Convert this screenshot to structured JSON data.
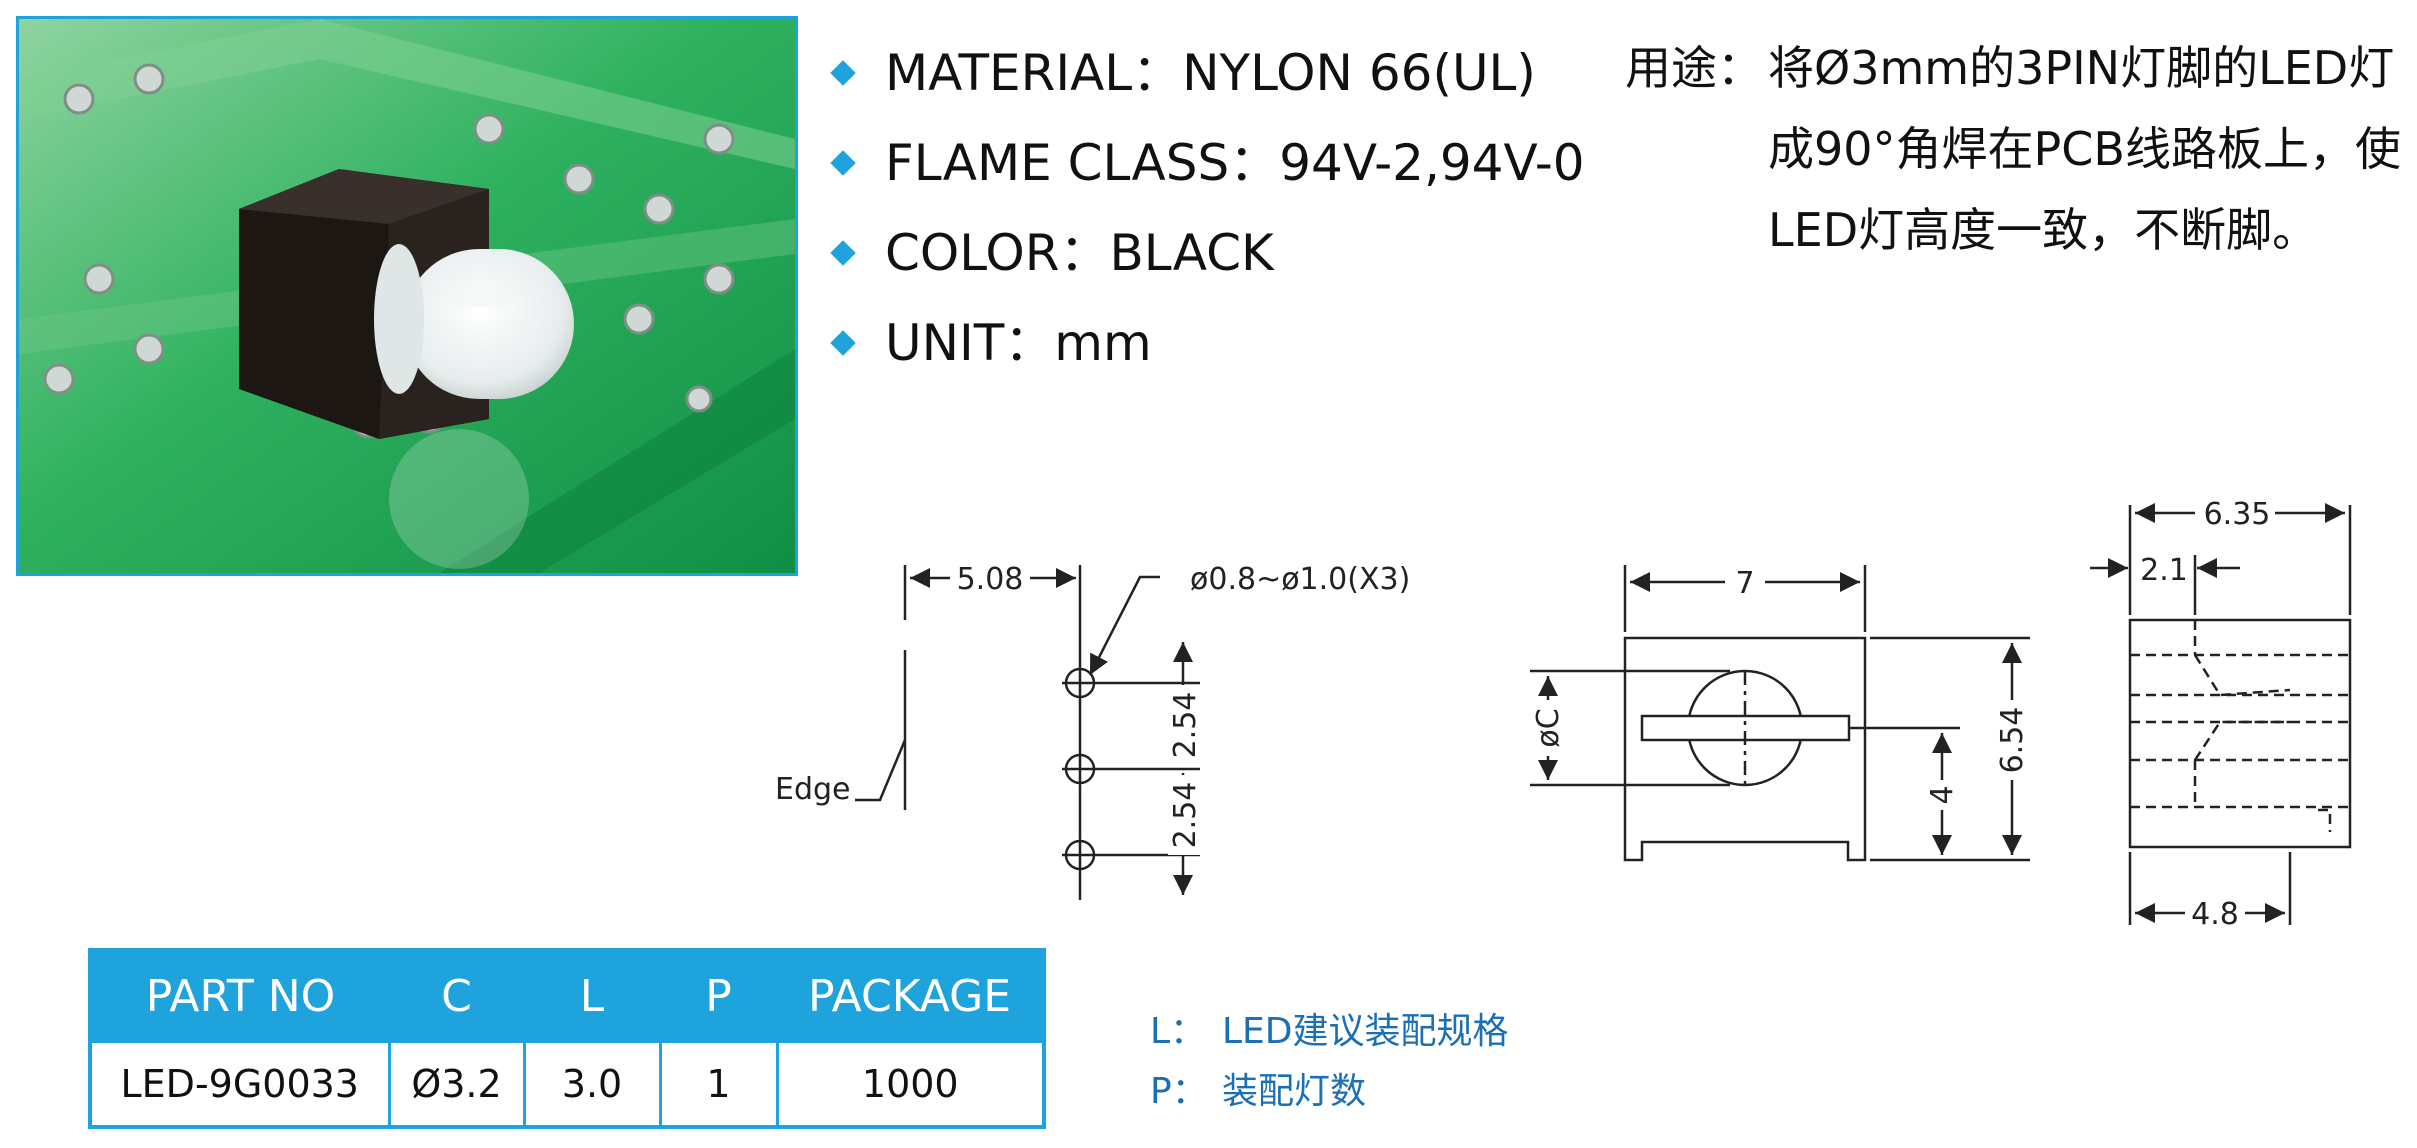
{
  "specs": [
    {
      "label": "MATERIAL",
      "sep": "：",
      "value": "NYLON 66(UL)"
    },
    {
      "label": "FLAME CLASS",
      "sep": "：",
      "value": "94V-2,94V-0"
    },
    {
      "label": "COLOR",
      "sep": "：",
      "value": "BLACK"
    },
    {
      "label": "UNIT",
      "sep": "：",
      "value": "mm"
    }
  ],
  "usage": {
    "label": "用途：",
    "lines": [
      "将Ø3mm的3PIN灯脚的LED灯",
      "成90°角焊在PCB线路板上，使",
      "LED灯高度一致，不断脚。"
    ]
  },
  "drawing": {
    "pin_spacing_x": "5.08",
    "hole_note": "ø0.8~ø1.0(X3)",
    "pitch_upper": "2.54",
    "pitch_lower": "2.54",
    "edge_label": "Edge",
    "front_width": "7",
    "front_height": "6.54",
    "front_hole_height": "4",
    "hole_diameter": "øC",
    "side_width": "6.35",
    "side_offset": "2.1",
    "side_bottom": "4.8"
  },
  "table": {
    "headers": [
      "PART NO",
      "C",
      "L",
      "P",
      "PACKAGE"
    ],
    "rows": [
      [
        "LED-9G0033",
        "Ø3.2",
        "3.0",
        "1",
        "1000"
      ]
    ]
  },
  "legend": [
    {
      "key": "L：",
      "text": "LED建议装配规格"
    },
    {
      "key": "P：",
      "text": "装配灯数"
    }
  ],
  "colors": {
    "accent": "#1fa3dd",
    "legend_text": "#1a6fb5",
    "pcb": "#1aa24e"
  }
}
